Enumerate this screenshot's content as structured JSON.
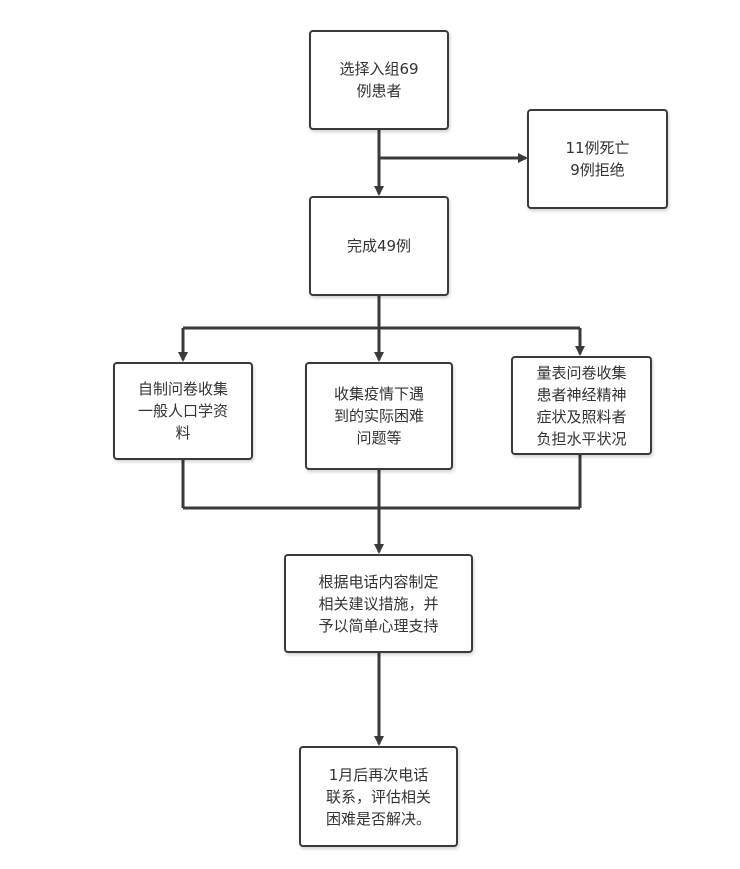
{
  "nodes": {
    "enroll": {
      "lines": [
        "选择入组69",
        "例患者"
      ]
    },
    "excluded": {
      "lines": [
        "11例死亡",
        "9例拒绝"
      ]
    },
    "completed": {
      "lines": [
        "完成49例"
      ]
    },
    "questionnaire_self": {
      "lines": [
        "自制问卷收集",
        "一般人口学资",
        "料"
      ]
    },
    "difficulties": {
      "lines": [
        "收集疫情下遇",
        "到的实际困难",
        "问题等"
      ]
    },
    "scale_questionnaire": {
      "lines": [
        "量表问卷收集",
        "患者神经精神",
        "症状及照料者",
        "负担水平状况"
      ]
    },
    "measures": {
      "lines": [
        "根据电话内容制定",
        "相关建议措施，并",
        "予以简单心理支持"
      ]
    },
    "followup": {
      "lines": [
        "1月后再次电话",
        "联系，评估相关",
        "困难是否解决。"
      ]
    }
  }
}
